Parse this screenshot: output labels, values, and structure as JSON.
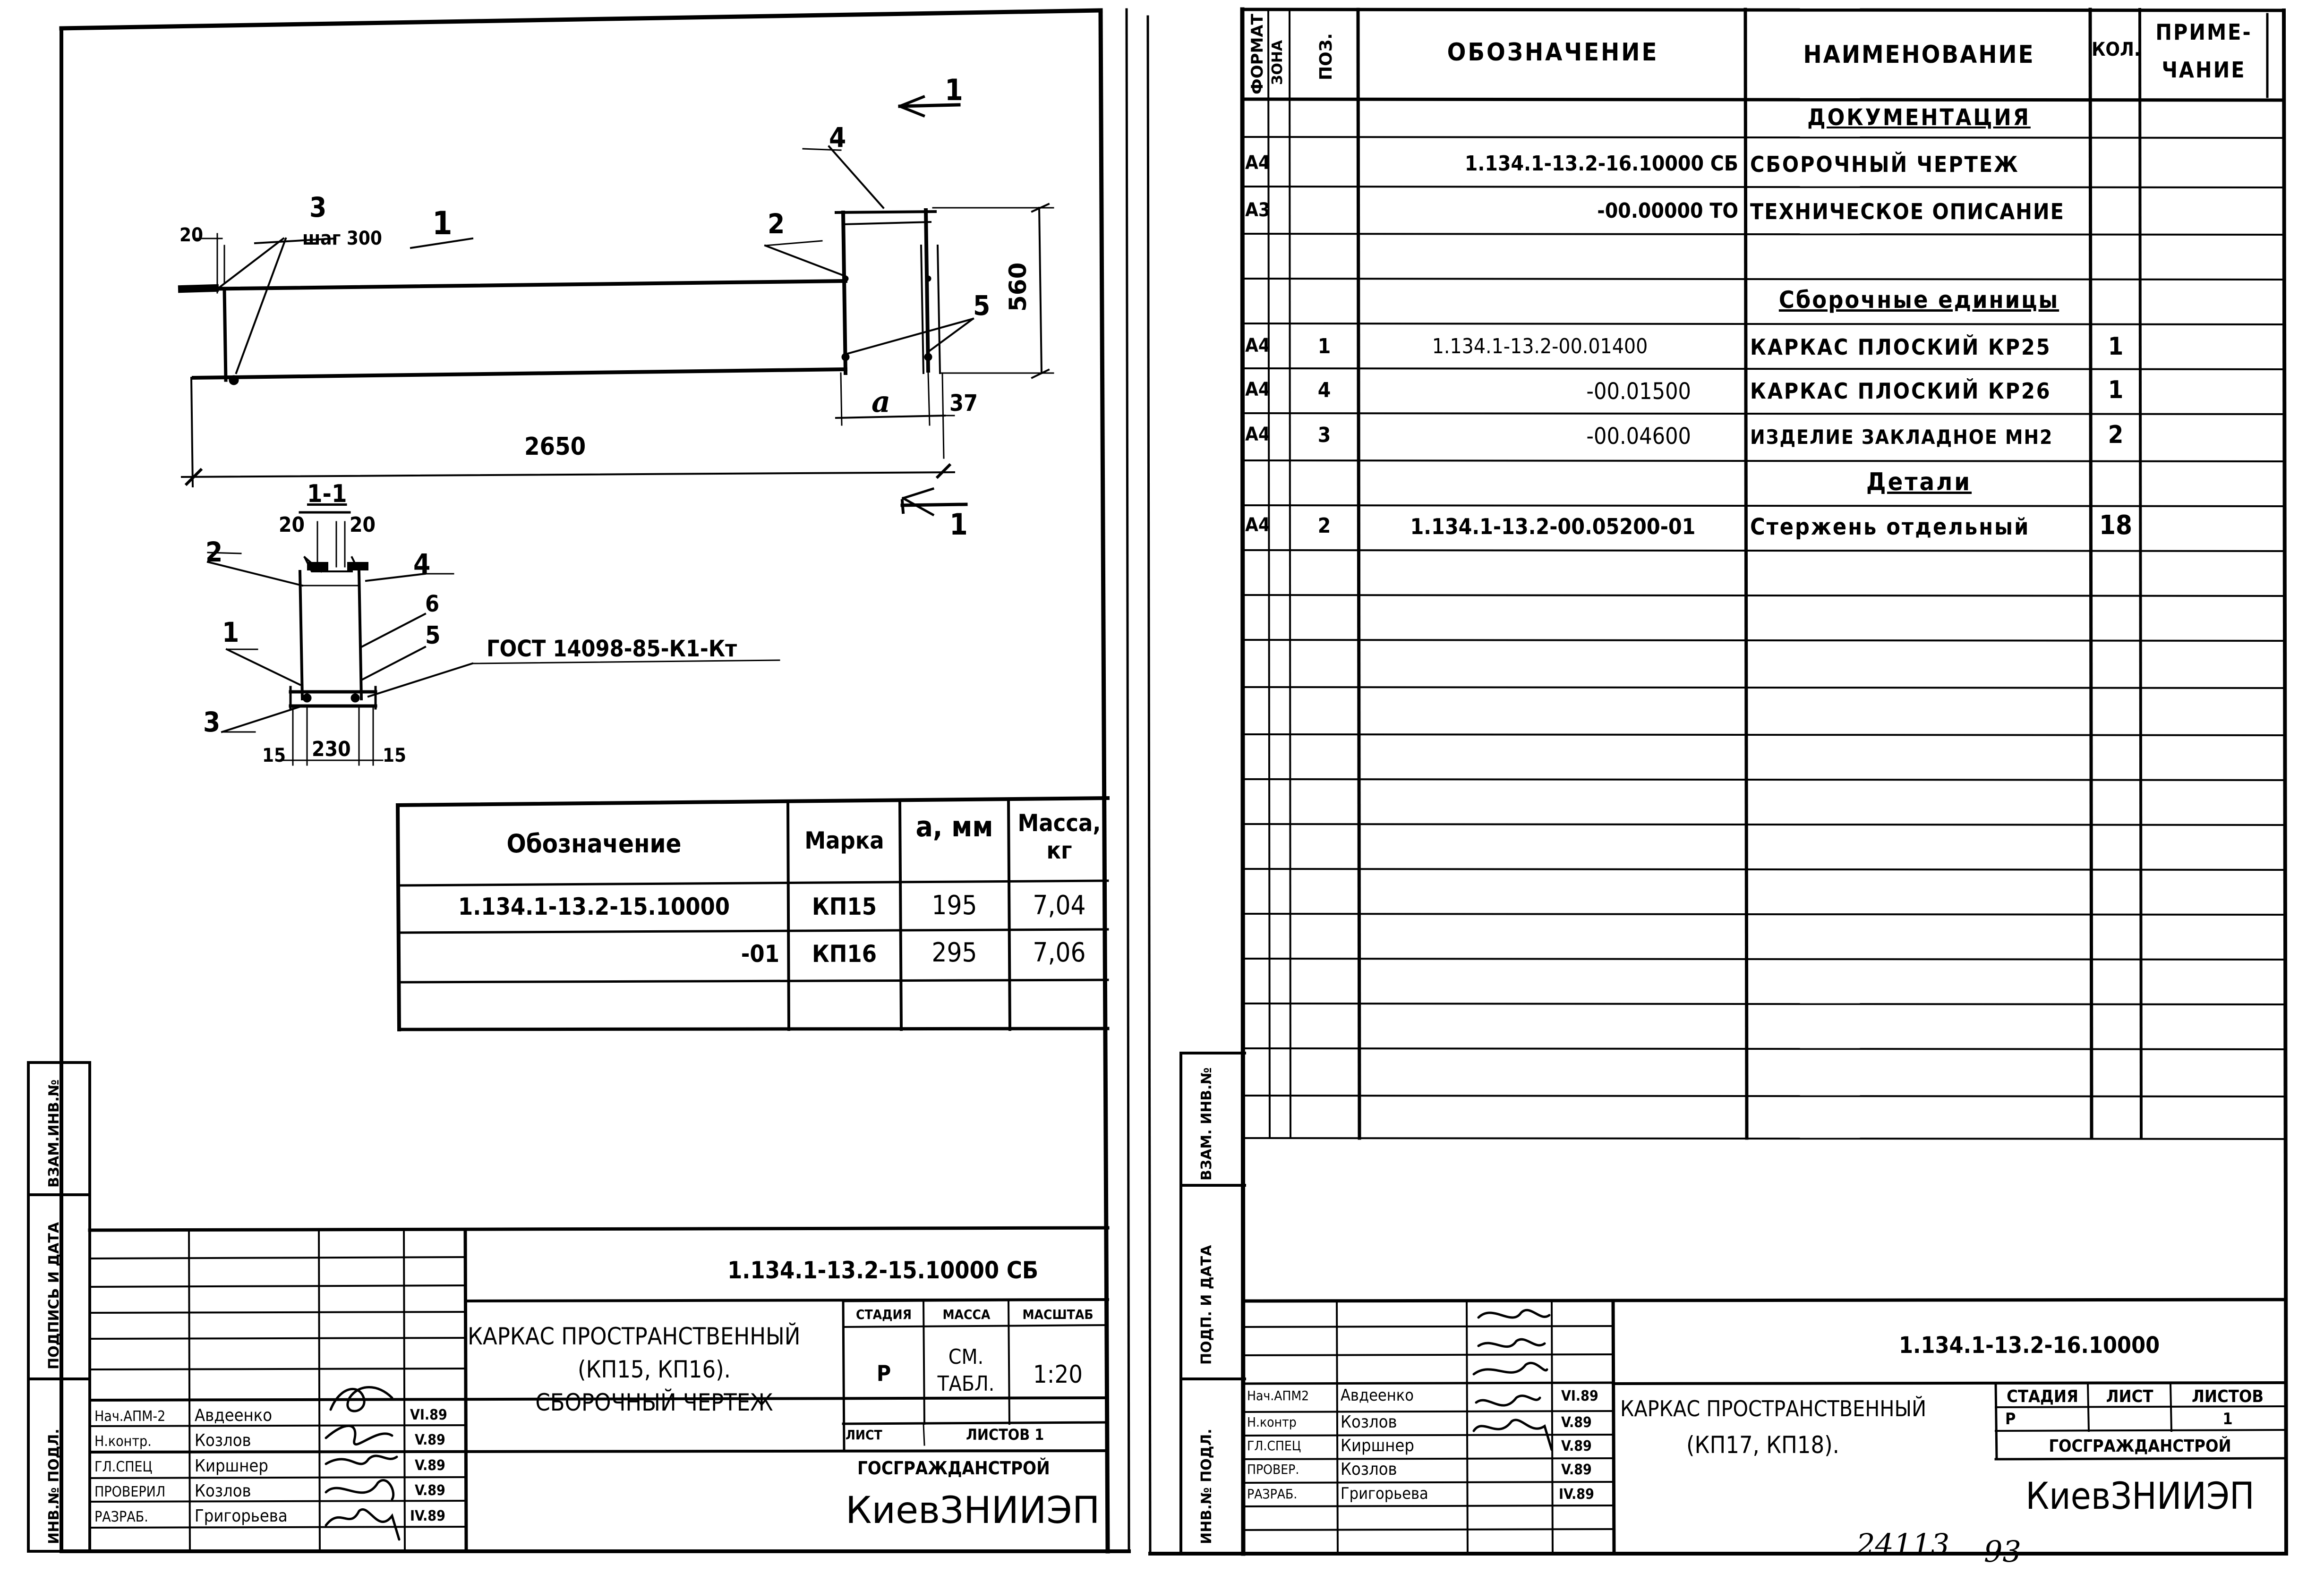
{
  "left_sheet": {
    "drawing": {
      "dim_20_top": "20",
      "callout_3": "3",
      "step_label": "шаг 300",
      "callout_1": "1",
      "callout_2": "2",
      "callout_4": "4",
      "callout_5": "5",
      "dim_560": "560",
      "dim_a": "a",
      "dim_37": "37",
      "dim_2650": "2650",
      "section_mark": "1",
      "section_title": "1-1",
      "sec_20_left": "20",
      "sec_20_right": "20",
      "sec_2": "2",
      "sec_4": "4",
      "sec_6": "6",
      "sec_1": "1",
      "sec_5": "5",
      "sec_3": "3",
      "sec_weld": "ГОСТ 14098-85-К1-Кт",
      "sec_15_left": "15",
      "sec_230": "230",
      "sec_15_right": "15"
    },
    "variant_table": {
      "headers": [
        "Обозначение",
        "Марка",
        "a, мм",
        "Масса, кг"
      ],
      "rows": [
        [
          "1.134.1-13.2-15.10000",
          "КП15",
          "195",
          "7,04"
        ],
        [
          "-01",
          "КП16",
          "295",
          "7,06"
        ],
        [
          "",
          "",
          "",
          ""
        ]
      ]
    },
    "side_labels": [
      "ВЗАМ.ИНВ.№",
      "ПОДПИСЬ И ДАТА",
      "ИНВ.№ ПОДЛ."
    ],
    "title_block": {
      "code": "1.134.1-13.2-15.10000 СБ",
      "name_lines": [
        "КАРКАС ПРОСТРАНСТВЕННЫЙ",
        "(КП15, КП16).",
        "СБОРОЧНЫЙ ЧЕРТЕЖ"
      ],
      "stage_h": "СТАДИЯ",
      "mass_h": "МАССА",
      "scale_h": "МАСШТАБ",
      "stage": "Р",
      "mass": "СМ. ТАБЛ.",
      "scale": "1:20",
      "sheet_h": "ЛИСТ",
      "sheets_h": "ЛИСТОВ 1",
      "org": "ГОСГРАЖДАНСТРОЙ",
      "institute": "КиевЗНИИЭП",
      "people": [
        {
          "role": "Нач.АПМ-2",
          "name": "Авдеенко",
          "date": "VI.89"
        },
        {
          "role": "Н.контр.",
          "name": "Козлов",
          "date": "V.89"
        },
        {
          "role": "ГЛ.СПЕЦ",
          "name": "Киршнер",
          "date": "V.89"
        },
        {
          "role": "ПРОВЕРИЛ",
          "name": "Козлов",
          "date": "V.89"
        },
        {
          "role": "РАЗРАБ.",
          "name": "Григорьева",
          "date": "IV.89"
        }
      ]
    }
  },
  "right_sheet": {
    "spec_headers": {
      "format": "ФОРМАТ",
      "zone": "ЗОНА",
      "pos": "ПОЗ.",
      "designation": "ОБОЗНАЧЕНИЕ",
      "name": "НАИМЕНОВАНИЕ",
      "qty": "КОЛ.",
      "note_1": "ПРИМЕ-",
      "note_2": "ЧАНИЕ"
    },
    "spec_rows": [
      {
        "format": "",
        "pos": "",
        "designation": "",
        "name": "ДОКУМЕНТАЦИЯ",
        "qty": "",
        "section": true
      },
      {
        "format": "А4",
        "pos": "",
        "designation": "1.134.1-13.2-16.10000 СБ",
        "name": "СБОРОЧНЫЙ ЧЕРТЕЖ",
        "qty": ""
      },
      {
        "format": "А3",
        "pos": "",
        "designation": "-00.00000 ТО",
        "name": "ТЕХНИЧЕСКОЕ ОПИСАНИЕ",
        "qty": ""
      },
      {
        "format": "",
        "pos": "",
        "designation": "",
        "name": "",
        "qty": ""
      },
      {
        "format": "",
        "pos": "",
        "designation": "",
        "name": "Сборочные единицы",
        "qty": "",
        "section": true
      },
      {
        "format": "А4",
        "pos": "1",
        "designation": "1.134.1-13.2-00.01400",
        "name": "КАРКАС ПЛОСКИЙ КР25",
        "qty": "1"
      },
      {
        "format": "А4",
        "pos": "4",
        "designation": "-00.01500",
        "name": "КАРКАС ПЛОСКИЙ КР26",
        "qty": "1"
      },
      {
        "format": "А4",
        "pos": "3",
        "designation": "-00.04600",
        "name": "ИЗДЕЛИЕ ЗАКЛАДНОЕ МН2",
        "qty": "2"
      },
      {
        "format": "",
        "pos": "",
        "designation": "",
        "name": "Детали",
        "qty": "",
        "section": true
      },
      {
        "format": "А4",
        "pos": "2",
        "designation": "1.134.1-13.2-00.05200-01",
        "name": "Стержень отдельный",
        "qty": "18"
      }
    ],
    "side_labels": [
      "ВЗАМ. ИНВ.№",
      "ПОДП. И ДАТА",
      "ИНВ.№ ПОДЛ."
    ],
    "title_block": {
      "code": "1.134.1-13.2-16.10000",
      "name_lines": [
        "КАРКАС ПРОСТРАНСТВЕННЫЙ",
        "(КП17, КП18)."
      ],
      "stage_h": "СТАДИЯ",
      "sheet_h": "ЛИСТ",
      "sheets_h": "ЛИСТОВ",
      "stage": "Р",
      "sheet": "",
      "sheets": "1",
      "org": "ГОСГРАЖДАНСТРОЙ",
      "institute": "КиевЗНИИЭП",
      "people": [
        {
          "role": "Нач.АПМ2",
          "name": "Авдеенко",
          "date": "VI.89"
        },
        {
          "role": "Н.контр",
          "name": "Козлов",
          "date": "V.89"
        },
        {
          "role": "ГЛ.СПЕЦ",
          "name": "Киршнер",
          "date": "V.89"
        },
        {
          "role": "ПРОВЕР.",
          "name": "Козлов",
          "date": "V.89"
        },
        {
          "role": "РАЗРАБ.",
          "name": "Григорьева",
          "date": "IV.89"
        }
      ]
    }
  },
  "footer": {
    "album_no": "24113",
    "page_no": "93"
  }
}
